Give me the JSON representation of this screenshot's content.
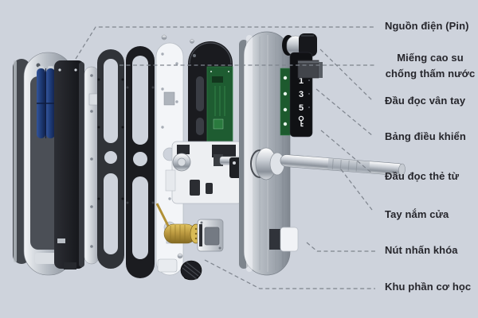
{
  "diagram_subject": "smart-door-lock-exploded-view",
  "background_color": "#ced3dc",
  "labels": [
    {
      "text": "Nguồn điện (Pin)"
    },
    {
      "text": "Miếng cao su chống thấm nước"
    },
    {
      "text": "Đầu đọc vân tay"
    },
    {
      "text": "Bảng điều khiển"
    },
    {
      "text": "Đầu đọc thẻ từ"
    },
    {
      "text": "Tay nắm cửa"
    },
    {
      "text": "Nút nhấn khóa"
    },
    {
      "text": "Khu phần cơ học"
    }
  ],
  "keypad": {
    "keys": [
      "1",
      "3",
      "5"
    ],
    "key_icon": "key-icon"
  },
  "colors": {
    "label_text": "#26262c",
    "leader_line": "#7e848d",
    "battery_blue": "#22407f",
    "pcb_green": "#1e5c31",
    "brass": "#b8963e",
    "metal_light": "#e9ecef",
    "part_black": "#17181c"
  }
}
